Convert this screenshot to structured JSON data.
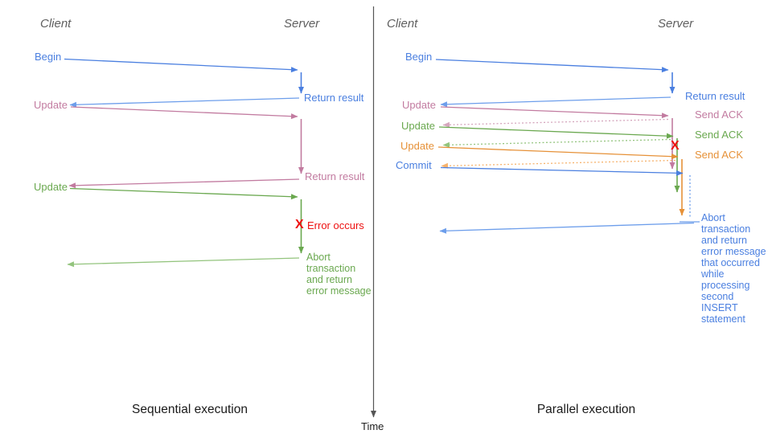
{
  "diagram": {
    "time_label": "Time",
    "colors": {
      "blue": "#4a7fe0",
      "light_blue": "#6d9eeb",
      "pink": "#c27ba0",
      "light_pink": "#d5a6bd",
      "green": "#6aa84f",
      "light_green": "#93c47d",
      "orange": "#e69138",
      "light_orange": "#f6b26c",
      "red": "#ee1111",
      "axis_gray": "#555555",
      "header_gray": "#5f5f5f"
    },
    "left": {
      "client_header": "Client",
      "server_header": "Server",
      "title": "Sequential execution",
      "begin_label": "Begin",
      "return_result_label_1": "Return result",
      "update_label_1": "Update",
      "return_result_label_2": "Return result",
      "update_label_2": "Update",
      "error_x": "X",
      "error_label": "Error occurs",
      "abort_label": "Abort\ntransaction\nand return\nerror message"
    },
    "right": {
      "client_header": "Client",
      "server_header": "Server",
      "title": "Parallel execution",
      "begin_label": "Begin",
      "return_result_label": "Return result",
      "update_label_1": "Update",
      "send_ack_label_1": "Send ACK",
      "update_label_2": "Update",
      "send_ack_label_2": "Send ACK",
      "update_label_3": "Update",
      "send_ack_label_3": "Send ACK",
      "commit_label": "Commit",
      "error_x": "X",
      "abort_label": "Abort\ntransaction\nand return\nerror message\nthat occurred\nwhile\nprocessing\nsecond\nINSERT\nstatement"
    }
  }
}
